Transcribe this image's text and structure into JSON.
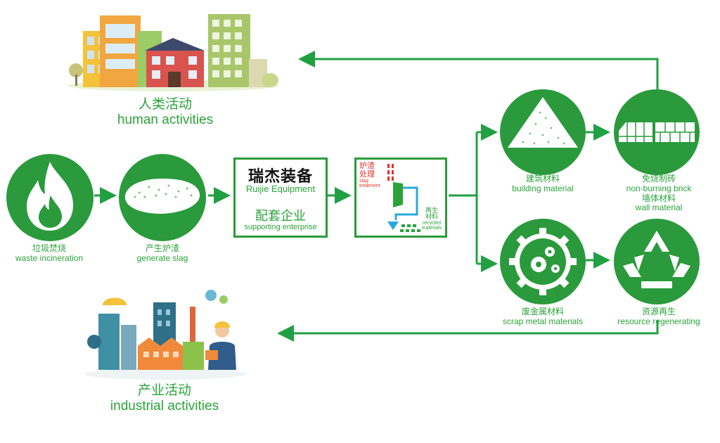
{
  "colors": {
    "green": "#2aa33a",
    "dark_green": "#1f8a2e",
    "arrow": "#21a043"
  },
  "human": {
    "cn": "人类活动",
    "en": "human activities"
  },
  "industrial": {
    "cn": "产业活动",
    "en": "industrial activities"
  },
  "waste": {
    "cn": "垃圾焚烧",
    "en": "waste incineration",
    "icon": "flame-icon"
  },
  "slag": {
    "cn": "产生炉渣",
    "en": "generate slag",
    "icon": "slag-pile-icon"
  },
  "ruijie": {
    "brand": "瑞杰装备",
    "brand_en": "Ruijie Equipment",
    "cn": "配套企业",
    "en": "supporting enterprise"
  },
  "treatment": {
    "left_cn_1": "炉渣",
    "left_cn_2": "处理",
    "left_en_1": "slag",
    "left_en_2": "treatment",
    "right_cn_1": "再生",
    "right_cn_2": "材料",
    "right_en_1": "recycled",
    "right_en_2": "materials"
  },
  "building": {
    "cn": "建筑材料",
    "en": "building material",
    "icon": "sand-pile-icon"
  },
  "brick": {
    "cn": "免烧制砖",
    "en": "non-burning brick",
    "cn2": "墙体材料",
    "en2": "wall material",
    "icon": "brick-icon"
  },
  "scrap": {
    "cn": "废金属材料",
    "en": "scrap metal materials",
    "icon": "gear-icon"
  },
  "resource": {
    "cn": "资源再生",
    "en": "resource regenerating",
    "icon": "recycle-icon"
  }
}
